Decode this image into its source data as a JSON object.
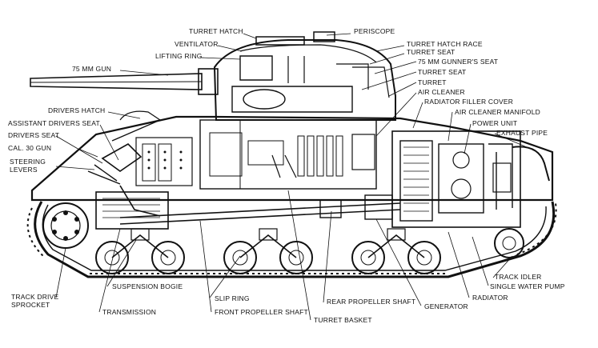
{
  "diagram": {
    "labels": {
      "turret_hatch": "TURRET HATCH",
      "periscope": "PERISCOPE",
      "ventilator": "VENTILATOR",
      "turret_hatch_race": "TURRET HATCH RACE",
      "lifting_ring": "LIFTING RING",
      "turret_seat": "TURRET SEAT",
      "gunners_seat": "75 MM GUNNER'S SEAT",
      "gun_75mm": "75 MM GUN",
      "turret_seat_2": "TURRET SEAT",
      "turret": "TURRET",
      "air_cleaner": "AIR CLEANER",
      "drivers_hatch": "DRIVERS HATCH",
      "radiator_filler_cover": "RADIATOR FILLER COVER",
      "assistant_drivers_seat": "ASSISTANT DRIVERS SEAT",
      "air_cleaner_manifold": "AIR CLEANER MANIFOLD",
      "power_unit": "POWER UNIT",
      "drivers_seat": "DRIVERS SEAT",
      "exhaust_pipe": "EXHAUST PIPE",
      "cal_30_gun": "CAL. 30 GUN",
      "steering_levers_1": "STEERING",
      "steering_levers_2": "LEVERS",
      "track_idler": "TRACK IDLER",
      "single_water_pump": "SINGLE WATER PUMP",
      "track_drive_sprocket_1": "TRACK DRIVE",
      "track_drive_sprocket_2": "SPROCKET",
      "suspension_bogie": "SUSPENSION BOGIE",
      "slip_ring": "SLIP RING",
      "rear_propeller_shaft": "REAR PROPELLER SHAFT",
      "radiator": "RADIATOR",
      "transmission": "TRANSMISSION",
      "front_propeller_shaft": "FRONT PROPELLER SHAFT",
      "turret_basket": "TURRET BASKET",
      "generator": "GENERATOR"
    }
  }
}
